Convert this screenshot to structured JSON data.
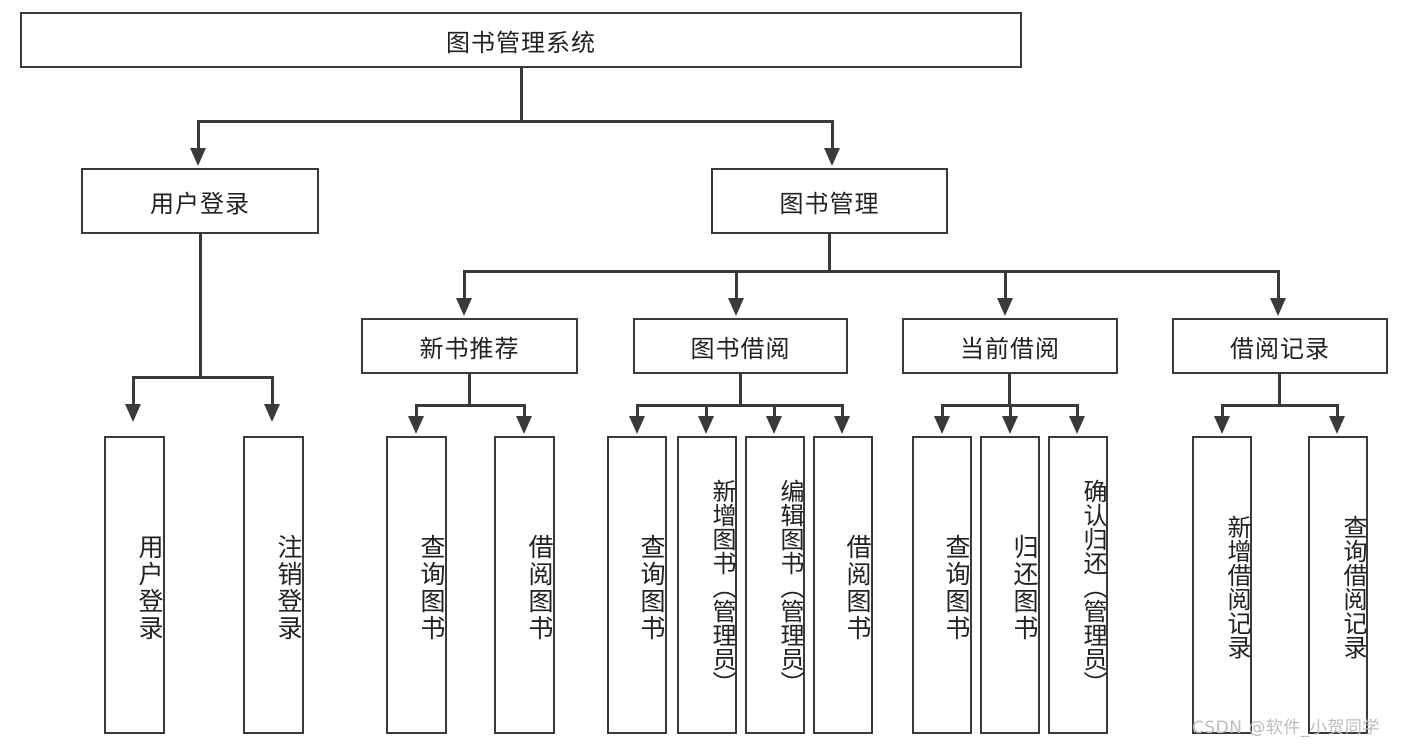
{
  "diagram": {
    "title": "图书管理系统",
    "type": "tree-hierarchy",
    "root": {
      "id": "root",
      "label": "图书管理系统"
    },
    "level2": [
      {
        "id": "user-login",
        "label": "用户登录"
      },
      {
        "id": "book-manage",
        "label": "图书管理"
      }
    ],
    "level3": [
      {
        "id": "new-book-recommend",
        "label": "新书推荐",
        "parent": "book-manage"
      },
      {
        "id": "book-borrow",
        "label": "图书借阅",
        "parent": "book-manage"
      },
      {
        "id": "current-borrow",
        "label": "当前借阅",
        "parent": "book-manage"
      },
      {
        "id": "borrow-record",
        "label": "借阅记录",
        "parent": "book-manage"
      }
    ],
    "leaves": [
      {
        "id": "leaf-user-login",
        "label": "用户登录",
        "parent": "user-login"
      },
      {
        "id": "leaf-logout-login",
        "label": "注销登录",
        "parent": "user-login"
      },
      {
        "id": "leaf-query-book-1",
        "label": "查询图书",
        "parent": "new-book-recommend"
      },
      {
        "id": "leaf-borrow-book-1",
        "label": "借阅图书",
        "parent": "new-book-recommend"
      },
      {
        "id": "leaf-query-book-2",
        "label": "查询图书",
        "parent": "book-borrow"
      },
      {
        "id": "leaf-add-book",
        "label": "新增图书（管理员）",
        "parent": "book-borrow"
      },
      {
        "id": "leaf-edit-book",
        "label": "编辑图书（管理员）",
        "parent": "book-borrow"
      },
      {
        "id": "leaf-borrow-book-2",
        "label": "借阅图书",
        "parent": "book-borrow"
      },
      {
        "id": "leaf-query-book-3",
        "label": "查询图书",
        "parent": "current-borrow"
      },
      {
        "id": "leaf-return-book",
        "label": "归还图书",
        "parent": "current-borrow"
      },
      {
        "id": "leaf-confirm-return",
        "label": "确认归还（管理员）",
        "parent": "current-borrow"
      },
      {
        "id": "leaf-add-record",
        "label": "新增借阅记录",
        "parent": "borrow-record"
      },
      {
        "id": "leaf-query-record",
        "label": "查询借阅记录",
        "parent": "borrow-record"
      }
    ]
  },
  "watermark": {
    "text": "CSDN @软件_小贺同学"
  },
  "colors": {
    "stroke": "#3a3a3a",
    "text": "#222222",
    "background": "#ffffff",
    "watermark": "#bdbdbd"
  }
}
